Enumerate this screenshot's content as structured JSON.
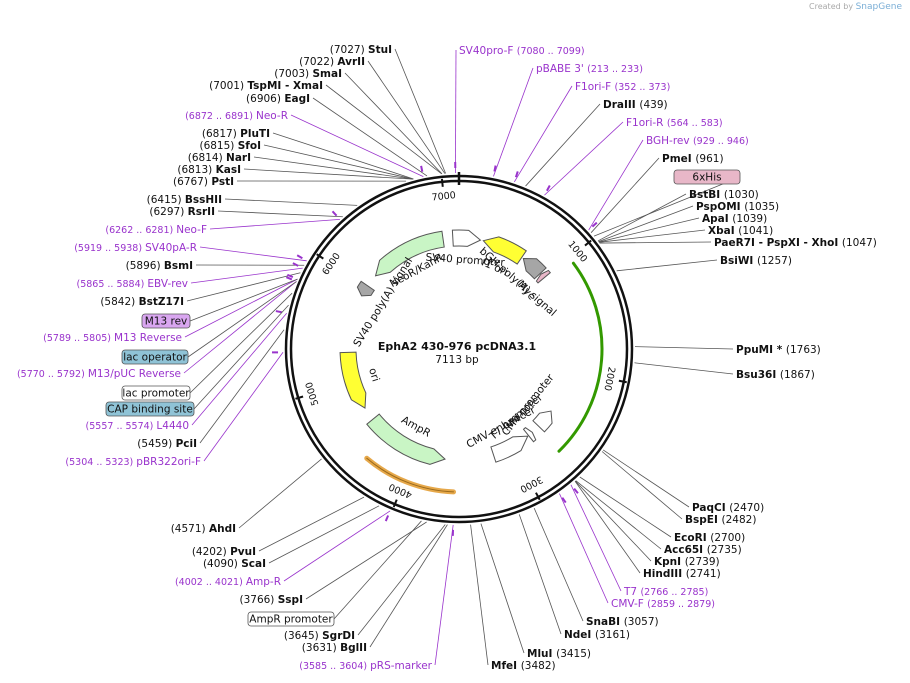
{
  "app": {
    "credit_prefix": "Created by",
    "credit_brand": "SnapGene"
  },
  "plasmid": {
    "name": "EphA2 430-976 pcDNA3.1",
    "length_label": "7113 bp",
    "length": 7113
  },
  "ring_ticks": [
    {
      "label": "1000",
      "pos": 1000
    },
    {
      "label": "2000",
      "pos": 2000
    },
    {
      "label": "3000",
      "pos": 3000
    },
    {
      "label": "4000",
      "pos": 4000
    },
    {
      "label": "5000",
      "pos": 5000
    },
    {
      "label": "6000",
      "pos": 6000
    },
    {
      "label": "7000",
      "pos": 7000
    }
  ],
  "sites_right": [
    {
      "pos_label": "(961)",
      "name": "PmeI",
      "pos": 961
    },
    {
      "pos_label": "(1030)",
      "name": "BstBI",
      "pos": 1030
    },
    {
      "pos_label": "(1035)",
      "name": "PspOMI",
      "pos": 1035
    },
    {
      "pos_label": "(1039)",
      "name": "ApaI",
      "pos": 1039
    },
    {
      "pos_label": "(1041)",
      "name": "XbaI",
      "pos": 1041
    },
    {
      "pos_label": "(1047)",
      "name": "PaeR7I - PspXI - XhoI",
      "pos": 1047
    },
    {
      "pos_label": "(1257)",
      "name": "BsiWI",
      "pos": 1257
    },
    {
      "pos_label": "(1763)",
      "name": "PpuMI *",
      "pos": 1763
    },
    {
      "pos_label": "(1867)",
      "name": "Bsu36I",
      "pos": 1867
    },
    {
      "pos_label": "(2470)",
      "name": "PaqCI",
      "pos": 2470
    },
    {
      "pos_label": "(2482)",
      "name": "BspEI",
      "pos": 2482
    },
    {
      "pos_label": "(2700)",
      "name": "EcoRI",
      "pos": 2700
    },
    {
      "pos_label": "(2735)",
      "name": "Acc65I",
      "pos": 2735
    },
    {
      "pos_label": "(2739)",
      "name": "KpnI",
      "pos": 2739
    },
    {
      "pos_label": "(2741)",
      "name": "HindIII",
      "pos": 2741
    },
    {
      "pos_label": "(3057)",
      "name": "SnaBI",
      "pos": 3057
    },
    {
      "pos_label": "(3161)",
      "name": "NdeI",
      "pos": 3161
    },
    {
      "pos_label": "(3415)",
      "name": "MluI",
      "pos": 3415
    },
    {
      "pos_label": "(3482)",
      "name": "MfeI",
      "pos": 3482
    },
    {
      "pos_label": "(439)",
      "name": "DraIII",
      "pos": 439
    }
  ],
  "sites_left": [
    {
      "pos_label": "(7027)",
      "name": "StuI",
      "pos": 7027
    },
    {
      "pos_label": "(7022)",
      "name": "AvrII",
      "pos": 7022
    },
    {
      "pos_label": "(7003)",
      "name": "SmaI",
      "pos": 7003
    },
    {
      "pos_label": "(7001)",
      "name": "TspMI - XmaI",
      "pos": 7001
    },
    {
      "pos_label": "(6906)",
      "name": "EagI",
      "pos": 6906
    },
    {
      "pos_label": "(6817)",
      "name": "PluTI",
      "pos": 6817
    },
    {
      "pos_label": "(6815)",
      "name": "SfoI",
      "pos": 6815
    },
    {
      "pos_label": "(6814)",
      "name": "NarI",
      "pos": 6814
    },
    {
      "pos_label": "(6813)",
      "name": "KasI",
      "pos": 6813
    },
    {
      "pos_label": "(6767)",
      "name": "PstI",
      "pos": 6767
    },
    {
      "pos_label": "(6415)",
      "name": "BssHII",
      "pos": 6415
    },
    {
      "pos_label": "(6297)",
      "name": "RsrII",
      "pos": 6297
    },
    {
      "pos_label": "(5896)",
      "name": "BsmI",
      "pos": 5896
    },
    {
      "pos_label": "(5842)",
      "name": "BstZ17I",
      "pos": 5842
    },
    {
      "pos_label": "(5459)",
      "name": "PciI",
      "pos": 5459
    },
    {
      "pos_label": "(4571)",
      "name": "AhdI",
      "pos": 4571
    },
    {
      "pos_label": "(4202)",
      "name": "PvuI",
      "pos": 4202
    },
    {
      "pos_label": "(4090)",
      "name": "ScaI",
      "pos": 4090
    },
    {
      "pos_label": "(3766)",
      "name": "SspI",
      "pos": 3766
    },
    {
      "pos_label": "(3645)",
      "name": "SgrDI",
      "pos": 3645
    },
    {
      "pos_label": "(3631)",
      "name": "BglII",
      "pos": 3631
    }
  ],
  "primers": [
    {
      "name": "SV40pro-F",
      "range": "(7080 .. 7099)",
      "pos": 7090
    },
    {
      "name": "pBABE 3'",
      "range": "(213 .. 233)",
      "pos": 223
    },
    {
      "name": "F1ori-F",
      "range": "(352 .. 373)",
      "pos": 362
    },
    {
      "name": "F1ori-R",
      "range": "(564 .. 583)",
      "pos": 574
    },
    {
      "name": "BGH-rev",
      "range": "(929 .. 946)",
      "pos": 938
    },
    {
      "name": "Neo-R",
      "range": "(6872 .. 6891)",
      "pos": 6882
    },
    {
      "name": "Neo-F",
      "range": "(6262 .. 6281)",
      "pos": 6272
    },
    {
      "name": "SV40pA-R",
      "range": "(5919 .. 5938)",
      "pos": 5929
    },
    {
      "name": "EBV-rev",
      "range": "(5865 .. 5884)",
      "pos": 5875
    },
    {
      "name": "M13 Reverse",
      "range": "(5789 .. 5805)",
      "pos": 5797
    },
    {
      "name": "M13/pUC Reverse",
      "range": "(5770 .. 5792)",
      "pos": 5781
    },
    {
      "name": "L4440",
      "range": "(5557 .. 5574)",
      "pos": 5566
    },
    {
      "name": "pBR322ori-F",
      "range": "(5304 .. 5323)",
      "pos": 5314
    },
    {
      "name": "Amp-R",
      "range": "(4002 .. 4021)",
      "pos": 4012
    },
    {
      "name": "pRS-marker",
      "range": "(3585 .. 3604)",
      "pos": 3594
    },
    {
      "name": "T7",
      "range": "(2766 .. 2785)",
      "pos": 2776
    },
    {
      "name": "CMV-F",
      "range": "(2859 .. 2879)",
      "pos": 2869
    }
  ],
  "boxed_labels": [
    {
      "name": "6xHis",
      "fill": "#e8b7c8"
    },
    {
      "name": "M13 rev",
      "fill": "#d9a6f0"
    },
    {
      "name": "lac operator",
      "fill": "#8fc3d6"
    },
    {
      "name": "lac promoter",
      "fill": "#ffffff"
    },
    {
      "name": "CAP binding site",
      "fill": "#8fc3d6"
    },
    {
      "name": "AmpR promoter",
      "fill": "#ffffff"
    }
  ],
  "features": [
    {
      "name": "NeoR/KanR",
      "start": 6150,
      "end": 6950,
      "dir": "rev",
      "color": "#c9f5c5"
    },
    {
      "name": "SV40 promoter",
      "start": 7050,
      "end": 220,
      "dir": "fwd",
      "color": "#ffffff"
    },
    {
      "name": "f1 ori",
      "start": 250,
      "end": 680,
      "dir": "rev",
      "color": "#ffff33"
    },
    {
      "name": "bGH poly(A) signal",
      "start": 700,
      "end": 930,
      "dir": "rev",
      "color": "#a6a6a6"
    },
    {
      "name": "Myc",
      "start": 940,
      "end": 990,
      "dir": "rev",
      "color": "#e8b7c8"
    },
    {
      "name": "CMV promoter",
      "start": 2450,
      "end": 2650,
      "dir": "rev",
      "color": "#ffffff"
    },
    {
      "name": "T7 promoter",
      "start": 2740,
      "end": 2790,
      "dir": "rev",
      "color": "#ffffff"
    },
    {
      "name": "CMV enhancer",
      "start": 2800,
      "end": 3200,
      "dir": "rev",
      "color": "#ffffff"
    },
    {
      "name": "AmpR",
      "start": 3700,
      "end": 4560,
      "dir": "rev",
      "color": "#c9f5c5"
    },
    {
      "name": "ori",
      "start": 4700,
      "end": 5300,
      "dir": "rev",
      "color": "#ffff33"
    },
    {
      "name": "SV40 poly(A) signal",
      "start": 5900,
      "end": 6020,
      "dir": "rev",
      "color": "#a6a6a6"
    }
  ],
  "colors": {
    "site_text": "#111111",
    "feature_text": "#9933cc",
    "insert_arc": "#339900",
    "amp_arc": "#e6a84a",
    "neo_arc": "#339900",
    "primer_tick": "#9933cc"
  }
}
